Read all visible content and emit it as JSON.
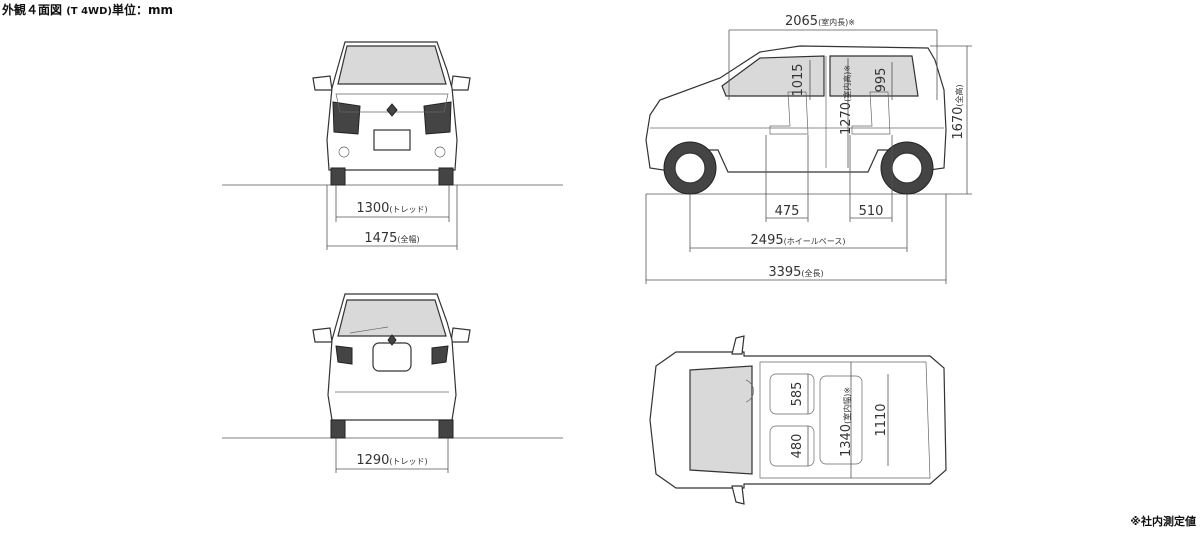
{
  "title": {
    "main": "外観４面図",
    "sub": "(T 4WD)",
    "unit": "単位：mm"
  },
  "front_view": {
    "tread_value": "1300",
    "tread_label": "(トレッド)",
    "width_value": "1475",
    "width_label": "(全幅)"
  },
  "rear_view": {
    "tread_value": "1290",
    "tread_label": "(トレッド)"
  },
  "side_view": {
    "interior_length_value": "2065",
    "interior_length_label": "(室内長)※",
    "height_value": "1670",
    "height_label": "(全高)",
    "interior_height_value": "1270",
    "interior_height_label": "(室内高)※",
    "front_seat_height": "1015",
    "rear_seat_height": "995",
    "front_overhang_seat": "475",
    "rear_seat_offset": "510",
    "wheelbase_value": "2495",
    "wheelbase_label": "(ホイールベース)",
    "length_value": "3395",
    "length_label": "(全長)"
  },
  "top_view": {
    "front_seat_width": "585",
    "rear_seat_width": "480",
    "interior_width_value": "1340",
    "interior_width_label": "(室内幅)※",
    "cargo_width": "1110"
  },
  "footnote": "※社内測定値"
}
